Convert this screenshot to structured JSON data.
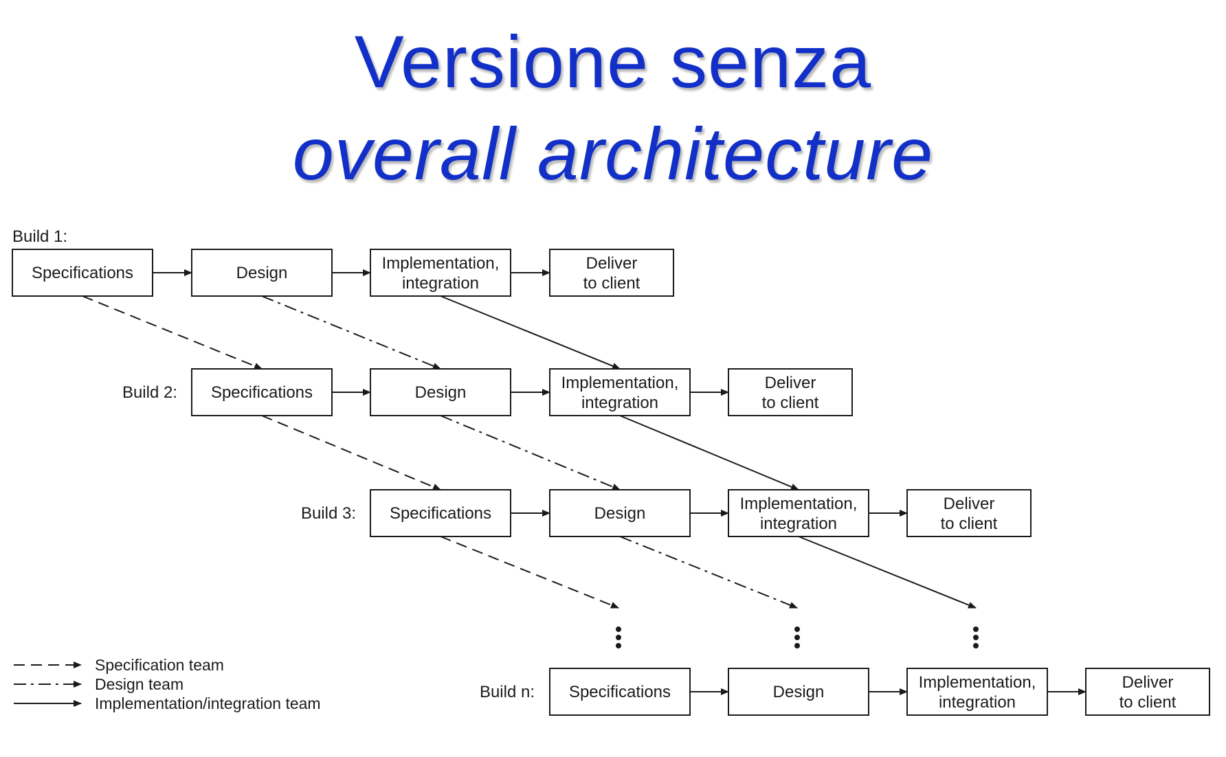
{
  "title": {
    "line1": "Versione senza",
    "line2": "overall architecture"
  },
  "builds": [
    {
      "label": "Build 1:",
      "stages": [
        "Specifications",
        "Design",
        "Implementation,\nintegration",
        "Deliver\nto client"
      ]
    },
    {
      "label": "Build 2:",
      "stages": [
        "Specifications",
        "Design",
        "Implementation,\nintegration",
        "Deliver\nto client"
      ]
    },
    {
      "label": "Build 3:",
      "stages": [
        "Specifications",
        "Design",
        "Implementation,\nintegration",
        "Deliver\nto client"
      ]
    },
    {
      "label": "Build n:",
      "stages": [
        "Specifications",
        "Design",
        "Implementation,\nintegration",
        "Deliver\nto client"
      ]
    }
  ],
  "legend": [
    {
      "style": "dashed",
      "label": "Specification team"
    },
    {
      "style": "dash-dot",
      "label": "Design team"
    },
    {
      "style": "solid",
      "label": "Implementation/integration team"
    }
  ],
  "colors": {
    "title": "#1230c8",
    "lines": "#1a1a1a"
  }
}
